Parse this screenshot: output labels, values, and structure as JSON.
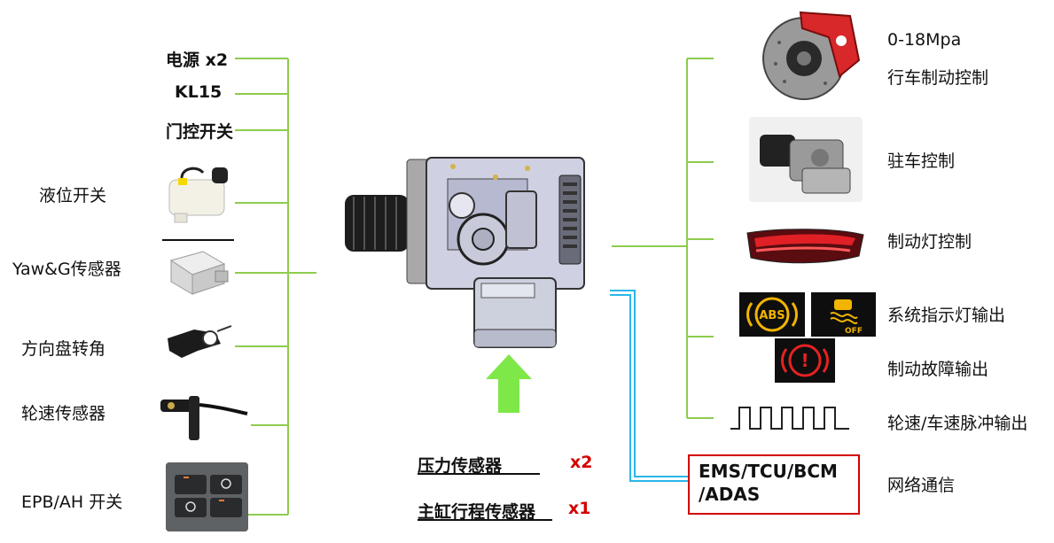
{
  "colors": {
    "connector": "#8dcc4e",
    "bus": "#2bb6e8",
    "arrow": "#7ee848",
    "accent_red": "#d40000"
  },
  "inputs": {
    "power": "电源 x2",
    "kl15": "KL15",
    "door_switch": "门控开关",
    "level_switch": "液位开关",
    "yaw_sensor": "Yaw&G传感器",
    "steering_angle": "方向盘转角",
    "wheel_speed_sensor": "轮速传感器",
    "epb_switch": "EPB/AH 开关"
  },
  "bottom": {
    "pressure_sensor": "压力传感器",
    "pressure_count": "x2",
    "stroke_sensor": "主缸行程传感器",
    "stroke_count": "x1"
  },
  "outputs": {
    "pressure_range": "0-18Mpa",
    "service_brake": "行车制动控制",
    "parking": "驻车控制",
    "brake_light": "制动灯控制",
    "indicator": "系统指示灯输出",
    "fault": "制动故障输出",
    "pulse": "轮速/车速脉冲输出",
    "network_box": "EMS/TCU/BCM\n/ADAS",
    "network": "网络通信"
  },
  "icons": {
    "abs": "ABS",
    "esc_off": "OFF",
    "fault_symbol": "!"
  }
}
